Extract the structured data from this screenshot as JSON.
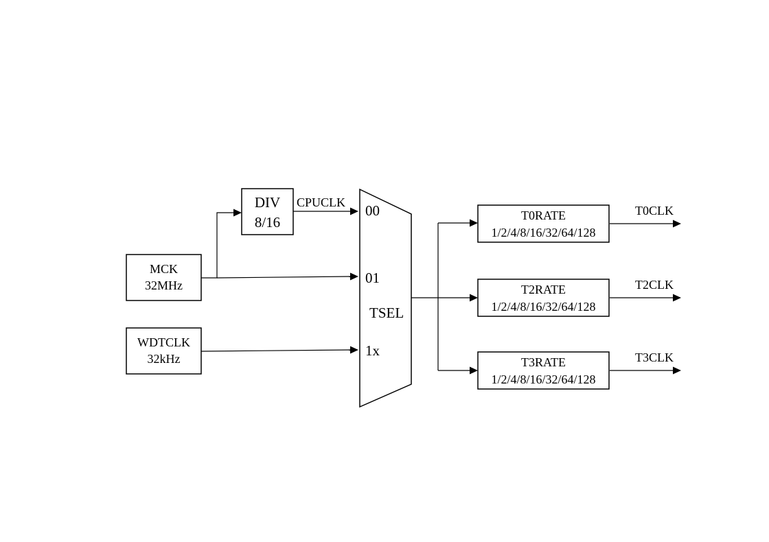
{
  "diagram": {
    "mck": {
      "name": "MCK",
      "freq": "32MHz"
    },
    "wdtclk": {
      "name": "WDTCLK",
      "freq": "32kHz"
    },
    "div": {
      "name": "DIV",
      "ratio": "8/16"
    },
    "cpuclk_label": "CPUCLK",
    "mux": {
      "label": "TSEL",
      "inputs": [
        "00",
        "01",
        "1x"
      ]
    },
    "rates": [
      {
        "name": "T0RATE",
        "divisors": "1/2/4/8/16/32/64/128",
        "output": "T0CLK"
      },
      {
        "name": "T2RATE",
        "divisors": "1/2/4/8/16/32/64/128",
        "output": "T2CLK"
      },
      {
        "name": "T3RATE",
        "divisors": "1/2/4/8/16/32/64/128",
        "output": "T3CLK"
      }
    ]
  }
}
